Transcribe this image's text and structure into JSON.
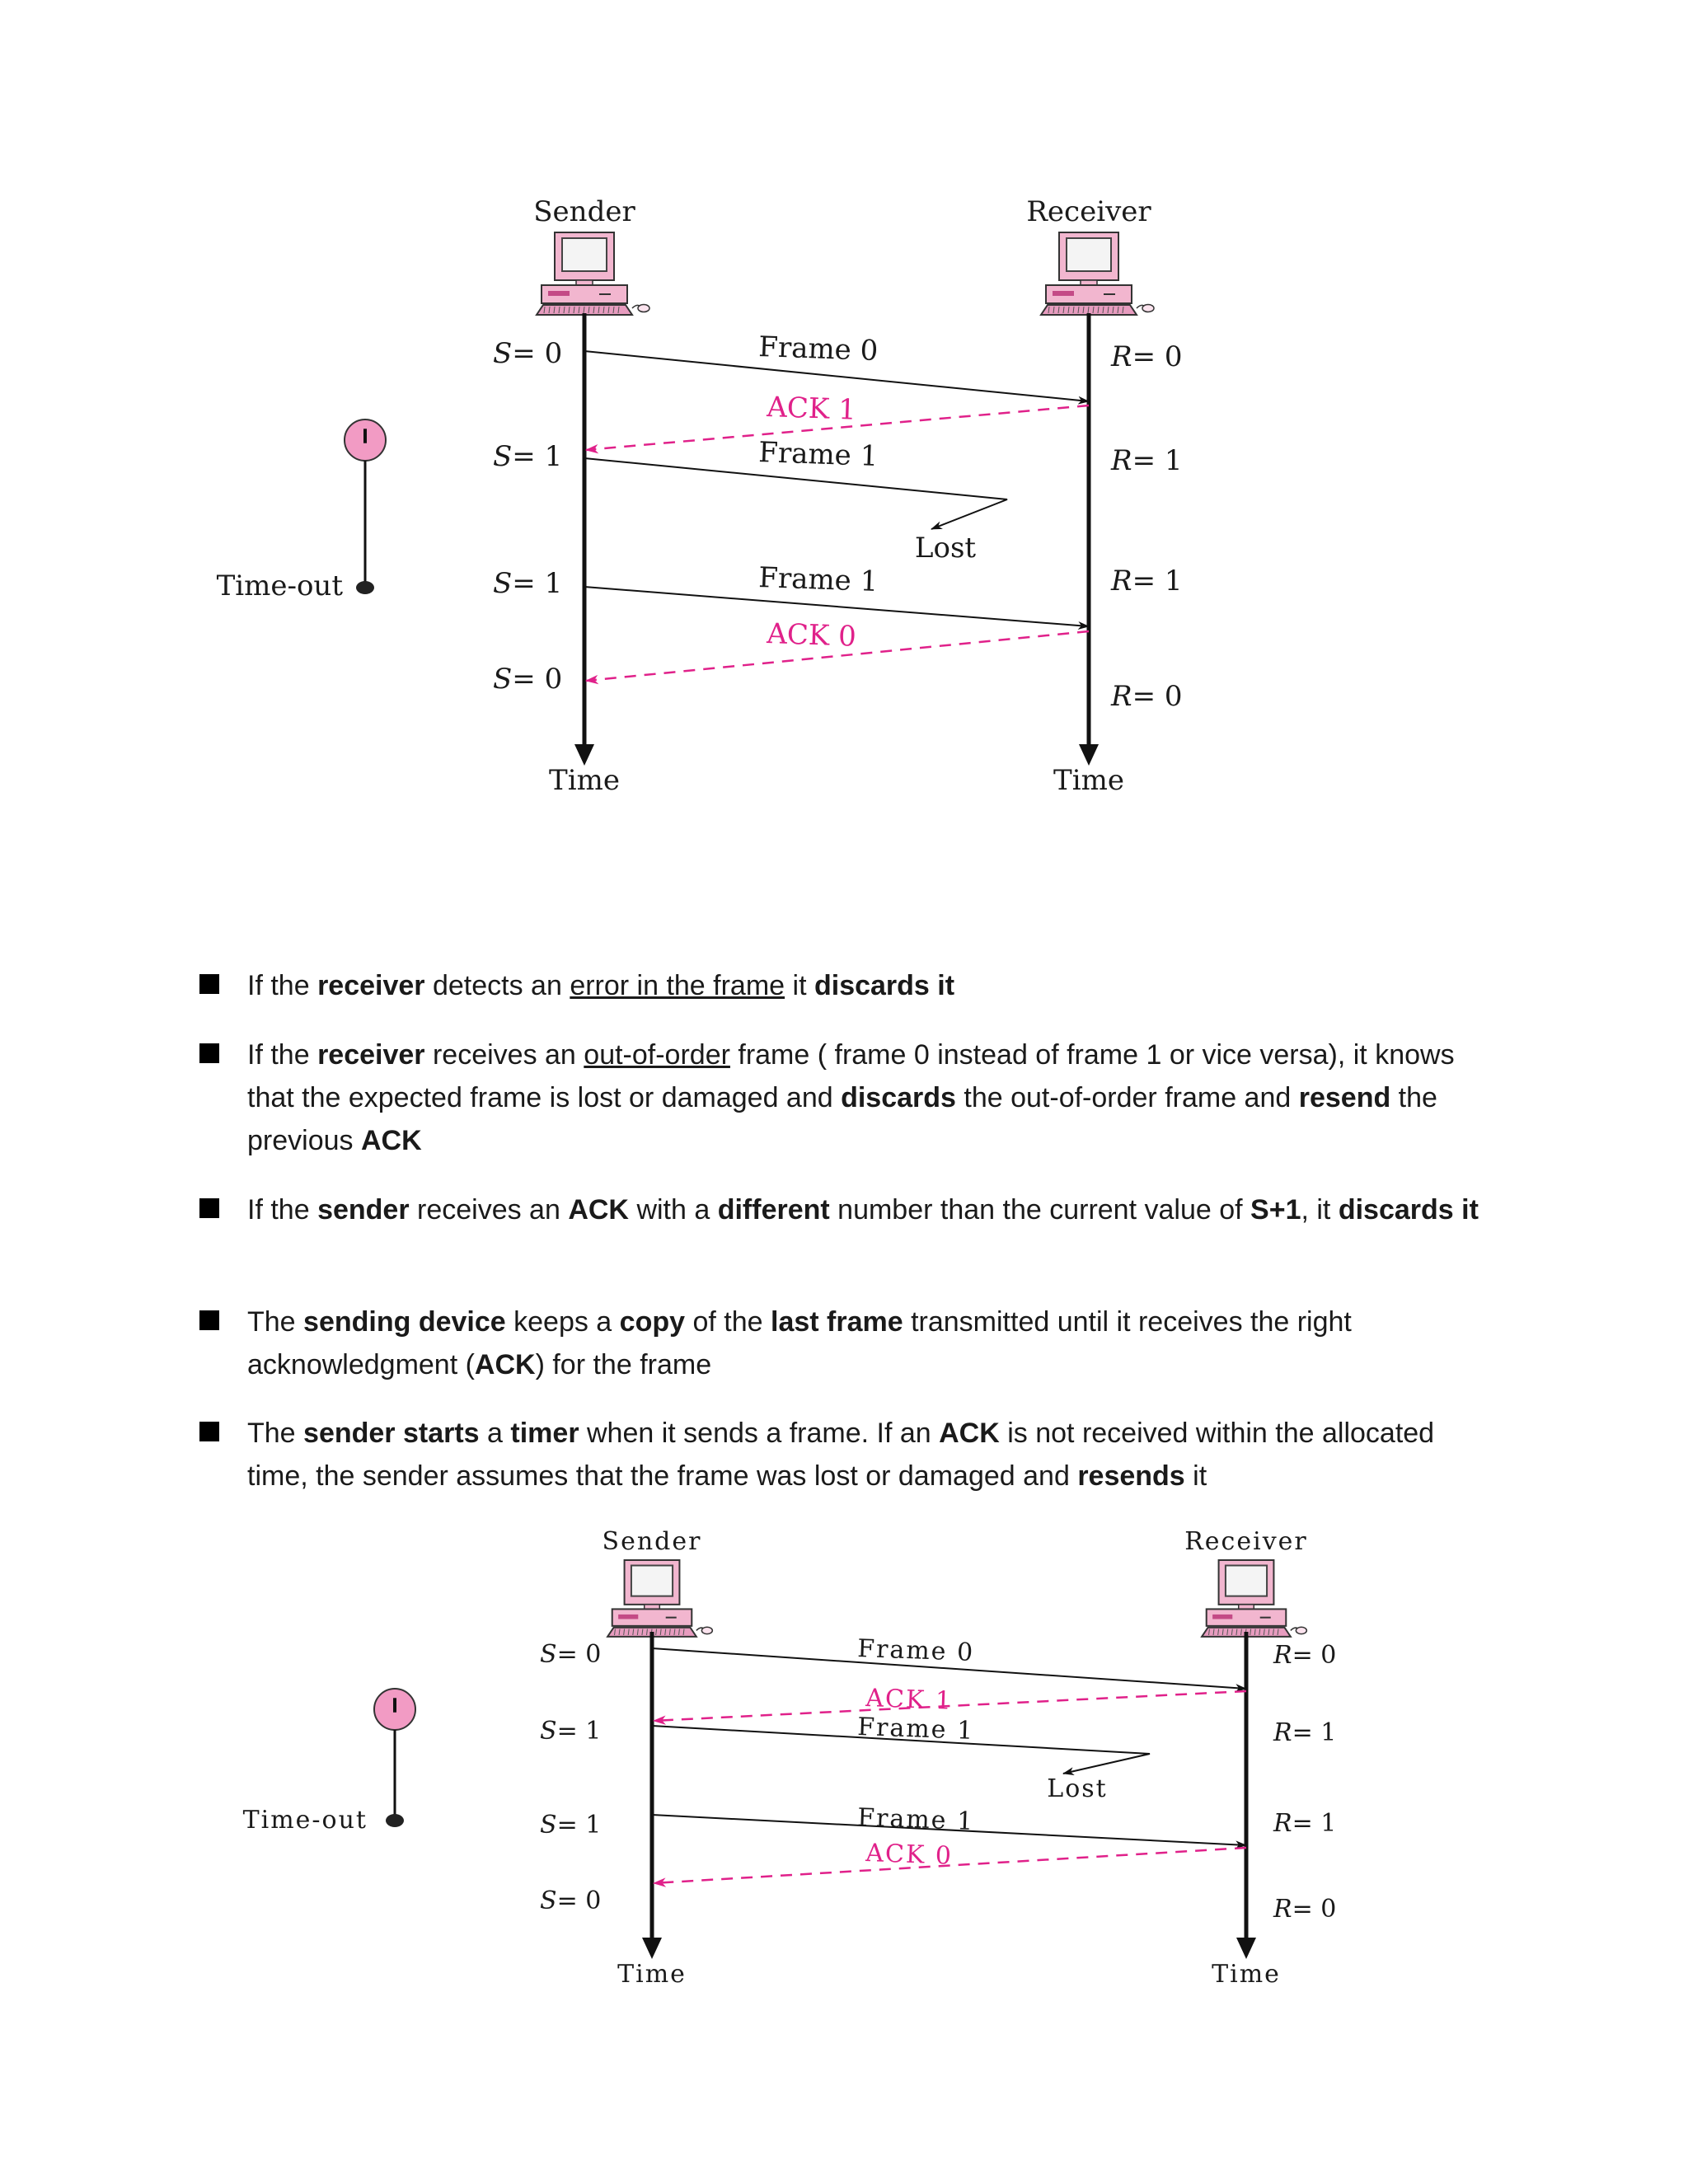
{
  "diagrams": [
    {
      "sender": "Sender",
      "receiver": "Receiver",
      "time_sender": "Time",
      "time_receiver": "Time",
      "timeout": "Time-out",
      "sender_states": [
        "S= 0",
        "S= 1",
        "S= 1",
        "S= 0"
      ],
      "receiver_states": [
        "R= 0",
        "R= 1",
        "R= 1",
        "R= 0"
      ],
      "frames": [
        "Frame 0",
        "Frame 1",
        "Frame 1"
      ],
      "acks": [
        "ACK 1",
        "ACK 0"
      ],
      "lost": "Lost"
    },
    {
      "sender": "Sender",
      "receiver": "Receiver",
      "time_sender": "Time",
      "time_receiver": "Time",
      "timeout": "Time-out",
      "sender_states": [
        "S= 0",
        "S= 1",
        "S= 1",
        "S= 0"
      ],
      "receiver_states": [
        "R= 0",
        "R= 1",
        "R= 1",
        "R= 0"
      ],
      "frames": [
        "Frame 0",
        "Frame 1",
        "Frame 1"
      ],
      "acks": [
        "ACK 1",
        "ACK 0"
      ],
      "lost": "Lost"
    }
  ],
  "colors": {
    "ack": "#e0218a",
    "text": "#1a1a1a",
    "computer_pink": "#f2b6cf",
    "clock_pink": "#f29bc4"
  },
  "bullets": [
    {
      "segments": [
        {
          "t": "If the ",
          "s": "n"
        },
        {
          "t": "receiver",
          "s": "b"
        },
        {
          "t": " detects an ",
          "s": "n"
        },
        {
          "t": "error in the frame",
          "s": "u"
        },
        {
          "t": " it ",
          "s": "n"
        },
        {
          "t": "discards it",
          "s": "b"
        }
      ]
    },
    {
      "segments": [
        {
          "t": "If the ",
          "s": "n"
        },
        {
          "t": "receiver",
          "s": "b"
        },
        {
          "t": " receives an ",
          "s": "n"
        },
        {
          "t": "out-of-order",
          "s": "u"
        },
        {
          "t": " frame ( frame 0 instead of frame 1 or vice versa), it knows that the expected frame is lost or damaged  and ",
          "s": "n"
        },
        {
          "t": "discards",
          "s": "b"
        },
        {
          "t": " the out-of-order frame and ",
          "s": "n"
        },
        {
          "t": "resend",
          "s": "b"
        },
        {
          "t": " the previous ",
          "s": "n"
        },
        {
          "t": "ACK",
          "s": "b"
        }
      ]
    },
    {
      "segments": [
        {
          "t": "If the ",
          "s": "n"
        },
        {
          "t": "sender",
          "s": "b"
        },
        {
          "t": " receives an ",
          "s": "n"
        },
        {
          "t": "ACK",
          "s": "b"
        },
        {
          "t": " with a ",
          "s": "n"
        },
        {
          "t": "different",
          "s": "b"
        },
        {
          "t": " number than the current value of ",
          "s": "n"
        },
        {
          "t": "S+1",
          "s": "b"
        },
        {
          "t": ", it ",
          "s": "n"
        },
        {
          "t": "discards it",
          "s": "b"
        }
      ]
    },
    {
      "segments": [
        {
          "t": "The ",
          "s": "n"
        },
        {
          "t": "sending device",
          "s": "b"
        },
        {
          "t": " keeps a ",
          "s": "n"
        },
        {
          "t": "copy",
          "s": "b"
        },
        {
          "t": " of the ",
          "s": "n"
        },
        {
          "t": "last frame",
          "s": "b"
        },
        {
          "t": " transmitted until it receives the right acknowledgment (",
          "s": "n"
        },
        {
          "t": "ACK",
          "s": "b"
        },
        {
          "t": ") for the frame",
          "s": "n"
        }
      ]
    },
    {
      "segments": [
        {
          "t": "The ",
          "s": "n"
        },
        {
          "t": "sender starts",
          "s": "b"
        },
        {
          "t": " a ",
          "s": "n"
        },
        {
          "t": "timer",
          "s": "b"
        },
        {
          "t": " when it sends a frame. If an ",
          "s": "n"
        },
        {
          "t": "ACK",
          "s": "b"
        },
        {
          "t": " is not received within the allocated time, the sender assumes that the frame was lost or damaged and ",
          "s": "n"
        },
        {
          "t": "resends",
          "s": "b"
        },
        {
          "t": " it",
          "s": "n"
        }
      ]
    }
  ]
}
